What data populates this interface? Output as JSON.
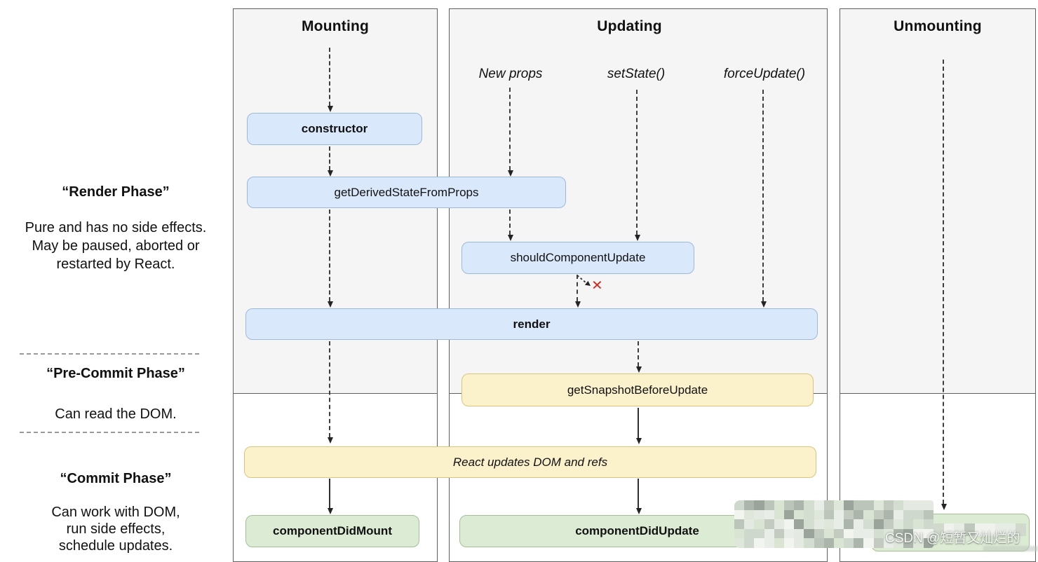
{
  "left_panel": {
    "sections": [
      {
        "title": "“Render Phase”",
        "lines": [
          "Pure and has no side effects.",
          "May be paused, aborted or",
          "restarted by React."
        ]
      },
      {
        "title": "“Pre-Commit Phase”",
        "lines": [
          "Can read the DOM."
        ]
      },
      {
        "title": "“Commit Phase”",
        "lines": [
          "Can work with DOM,",
          "run side effects,",
          "schedule updates."
        ]
      }
    ]
  },
  "columns": {
    "mounting": "Mounting",
    "updating": "Updating",
    "unmounting": "Unmounting"
  },
  "update_triggers": {
    "new_props": "New props",
    "set_state": "setState()",
    "force_update": "forceUpdate()"
  },
  "lifecycle_boxes": {
    "constructor": "constructor",
    "get_derived_state_from_props": "getDerivedStateFromProps",
    "should_component_update": "shouldComponentUpdate",
    "render": "render",
    "get_snapshot_before_update": "getSnapshotBeforeUpdate",
    "react_updates_dom": "React updates DOM and refs",
    "component_did_mount": "componentDidMount",
    "component_did_update": "componentDidUpdate"
  },
  "abort_mark": "✕",
  "watermark": {
    "text": "CSDN @短暂又灿烂的"
  },
  "colors": {
    "box_blue_fill": "#d9e8fb",
    "box_blue_border": "#9cb9dc",
    "box_yellow_fill": "#fbf1cb",
    "box_yellow_border": "#d9c47e",
    "box_green_fill": "#dcebd3",
    "box_green_border": "#a5c096",
    "column_bg": "#f5f5f5",
    "column_border": "#5f5f5f",
    "abort_red": "#d42a1e",
    "mosaic_palette": [
      "#e9ede7",
      "#d3ddd0",
      "#c3cbc0",
      "#dfe7db",
      "#f2f4f0",
      "#abb5ab",
      "#cfd8cc",
      "#bcc5ba",
      "#d9e5d2",
      "#e4e9e1",
      "#9aa49b"
    ]
  }
}
